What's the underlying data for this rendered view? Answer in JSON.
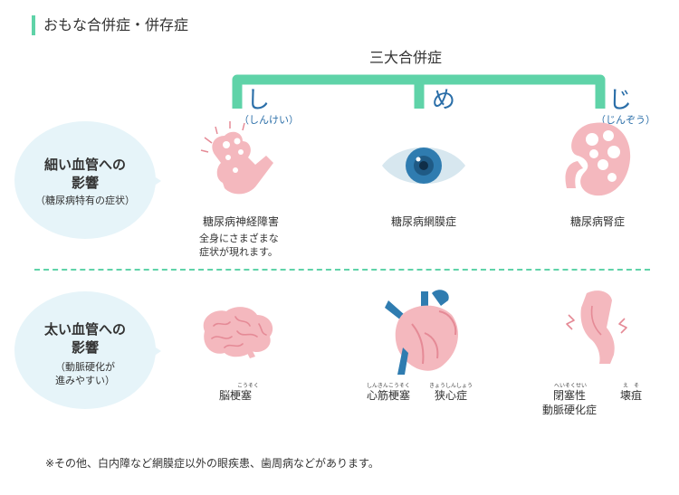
{
  "title": "おもな合併症・併存症",
  "major3": {
    "heading": "三大合併症",
    "items": [
      {
        "kana": "し",
        "reading": "（しんけい）",
        "label": "糖尿病神経障害",
        "note_line1": "全身にさまざまな",
        "note_line2": "症状が現れます。"
      },
      {
        "kana": "め",
        "reading": "",
        "label": "糖尿病網膜症"
      },
      {
        "kana": "じ",
        "reading": "（じんぞう）",
        "label": "糖尿病腎症"
      }
    ]
  },
  "small_vessel": {
    "line1": "細い血管への",
    "line2": "影響",
    "sub": "（糖尿病特有の症状）"
  },
  "large_vessel": {
    "line1": "太い血管への",
    "line2": "影響",
    "sub1": "（動脈硬化が",
    "sub2": "進みやすい）"
  },
  "large_items": {
    "stroke": {
      "ruby": "こうそく",
      "label": "脳梗塞"
    },
    "mi": {
      "ruby": "しんきんこうそく",
      "label": "心筋梗塞"
    },
    "angina": {
      "ruby": "きょうしんしょう",
      "label": "狭心症"
    },
    "pad": {
      "ruby": "へいそくせい",
      "label_line1": "閉塞性",
      "label_line2": "動脈硬化症"
    },
    "gangrene": {
      "ruby": "え　そ",
      "label": "壊疽"
    }
  },
  "footnote": "※その他、白内障など網膜症以外の眼疾患、歯周病などがあります。",
  "colors": {
    "accent": "#5fd3a8",
    "blue_text": "#2a6ea8",
    "bubble": "#e6f4f9",
    "pink": "#f4b8be",
    "pink_dark": "#e58a96",
    "blue_eye": "#2f7cb0"
  }
}
